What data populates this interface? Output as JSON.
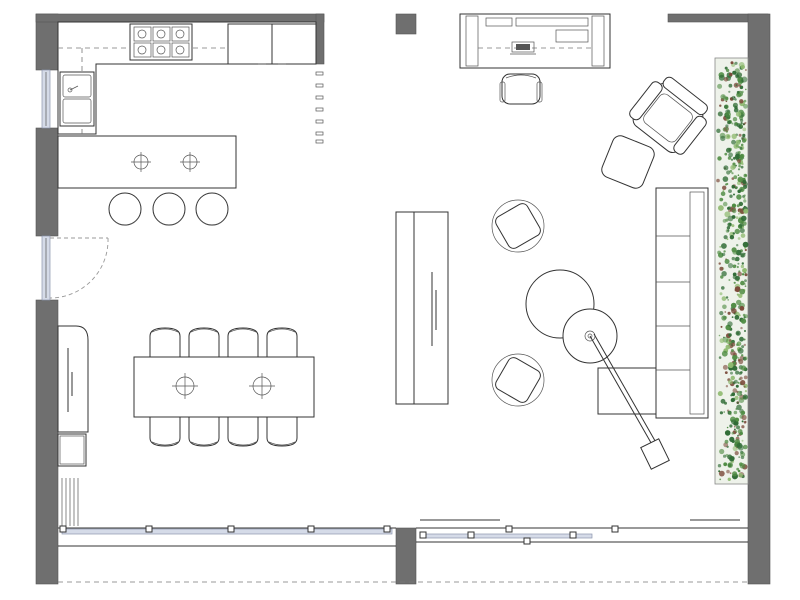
{
  "plan": {
    "colors": {
      "wall": "#6f6f6f",
      "line": "#333333",
      "glass": "#d5dbe8",
      "plant_dark": "#2f6b35",
      "plant_mid": "#4f8c43",
      "plant_light": "#8fba70",
      "plant_brown": "#7b4a3a"
    },
    "rooms": [
      "kitchen",
      "dining",
      "living",
      "office"
    ],
    "furniture": {
      "kitchen_bar_stools": 3,
      "dining_chairs": 8,
      "lounge_chairs": 2,
      "sofa_seats": 5,
      "armchairs": 1,
      "ottomans": 1
    }
  }
}
